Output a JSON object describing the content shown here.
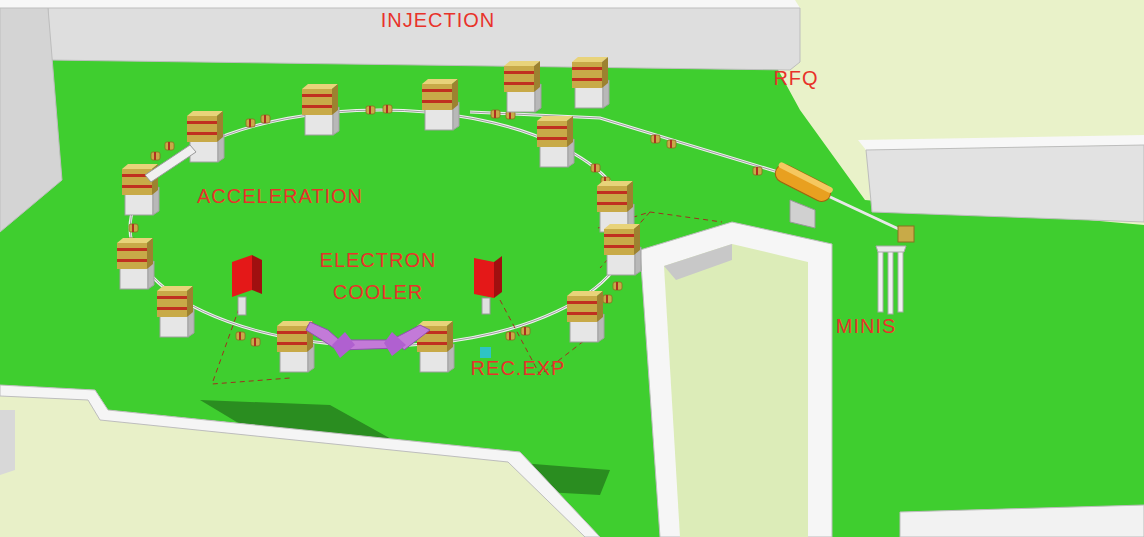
{
  "diagram": {
    "labels": [
      "INJECTION",
      "RFQ",
      "ACCELERATION",
      "ELECTRON COOLER",
      "REC.EXP",
      "MINIS"
    ]
  }
}
